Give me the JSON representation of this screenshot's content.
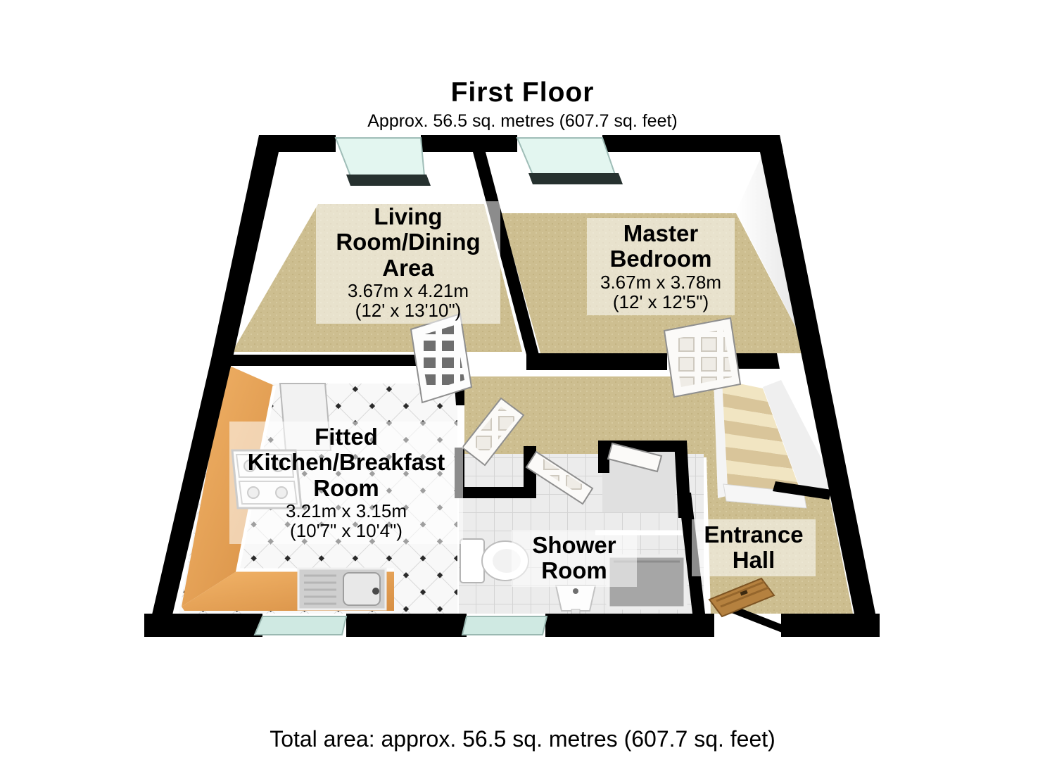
{
  "header": {
    "title": "First Floor",
    "subtitle": "Approx. 56.5 sq. metres (607.7 sq. feet)"
  },
  "footer": {
    "total_area": "Total area: approx. 56.5 sq. metres (607.7 sq. feet)"
  },
  "rooms": {
    "living_room": {
      "name_lines": [
        "Living",
        "Room/Dining",
        "Area"
      ],
      "metric": "3.67m x 4.21m",
      "imperial": "(12' x 13'10\")"
    },
    "master_bedroom": {
      "name_lines": [
        "Master",
        "Bedroom"
      ],
      "metric": "3.67m x 3.78m",
      "imperial": "(12' x 12'5\")"
    },
    "kitchen": {
      "name_lines": [
        "Fitted",
        "Kitchen/Breakfast",
        "Room"
      ],
      "metric": "3.21m x 3.15m",
      "imperial": "(10'7\" x 10'4\")"
    },
    "shower_room": {
      "name_lines": [
        "Shower",
        "Room"
      ]
    },
    "entrance_hall": {
      "name_lines": [
        "Entrance",
        "Hall"
      ]
    }
  },
  "colors": {
    "wall": "#000000",
    "carpet": "#cdbe90",
    "window_glass": "#ddf2ec",
    "kitchen_counter": "#e8a95c",
    "front_door_wood": "#b5813f",
    "stair_tread": "#eee0ba",
    "tile_floor": "#f7f7f7"
  }
}
